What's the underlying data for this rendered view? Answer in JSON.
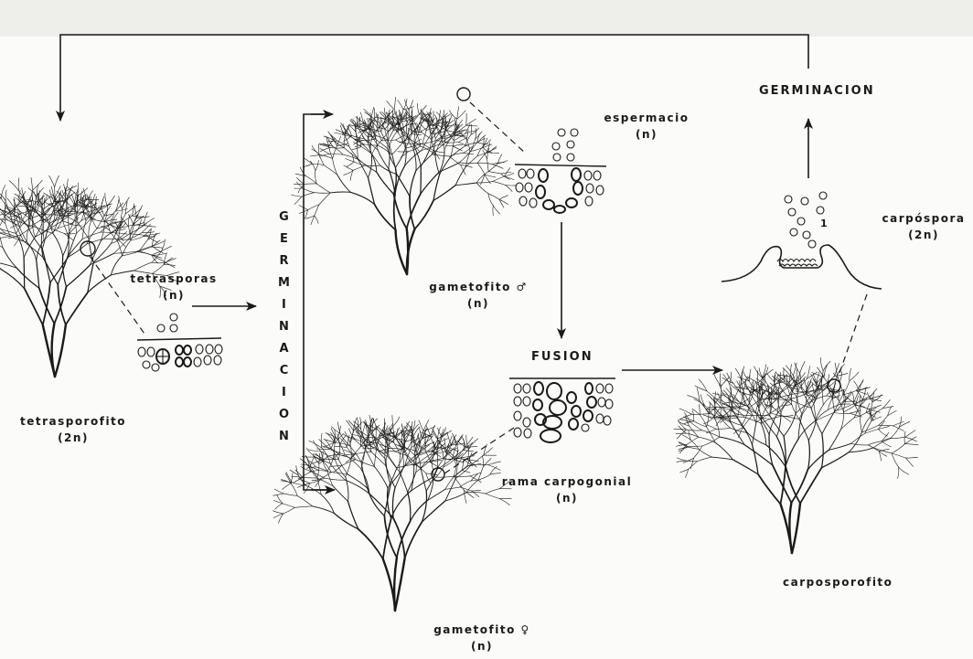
{
  "labels": {
    "germinacion_top": "GERMINACION",
    "germinacion_vertical": "GERMINACION",
    "espermacio": "espermacio",
    "espermacio_ploidy": "(n)",
    "tetrasporas": "tetrasporas",
    "tetrasporas_ploidy": "(n)",
    "tetrasporofito": "tetrasporofito",
    "tetrasporofito_ploidy": "(2n)",
    "gametofito_male": "gametofito ♂",
    "gametofito_male_ploidy": "(n)",
    "fusion": "FUSION",
    "carpospora": "carpóspora",
    "carpospora_ploidy": "(2n)",
    "rama_carpogonial": "rama carpogonial",
    "rama_carpogonial_ploidy": "(n)",
    "carposporofito": "carposporofito",
    "gametofito_female": "gametofito ♀",
    "gametofito_female_ploidy": "(n)",
    "carpospora_marker": "1"
  },
  "colors": {
    "ink": "#1a1a1a",
    "paper": "#fbfbf9"
  }
}
